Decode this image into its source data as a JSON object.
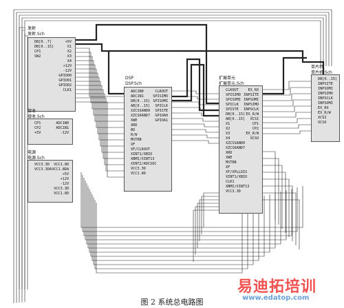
{
  "figure_caption": "图 2   系统总电路图",
  "watermark": {
    "main": "易迪拓培训",
    "url": "www.edatop.com"
  },
  "blocks": [
    {
      "id": "fashe",
      "title": "发射",
      "subtitle": "发射.Sch",
      "pins": [
        "DB[0..7]",
        "DB[0..15]",
        "CP1",
        "SW2",
        "+5V",
        "X1",
        "X2",
        "X3",
        "X4",
        "+12V",
        "-12V",
        "GPIO00",
        "GPIO01",
        "GPIO02",
        "CLK1"
      ]
    },
    {
      "id": "jieshou",
      "title": "接收",
      "subtitle": "接收.Sch",
      "pins": [
        "CP1",
        "CP2",
        "+5V",
        "ADC1N0",
        "ADC1N1",
        "-12V"
      ]
    },
    {
      "id": "dianyuan",
      "title": "电源",
      "subtitle": "电源.Sch",
      "pins": [
        "VCC3.3D",
        "VCC3.3DA",
        "VCC1.8D",
        "VCC1.8DA",
        "+5V",
        "+12V",
        "-12V",
        "VCC3.3D",
        "VCC1.8D"
      ]
    },
    {
      "id": "dsp",
      "title": "DSP",
      "subtitle": "DSP.Sch",
      "pins": [
        "ADC1N0",
        "ADC1N1",
        "DB[0..15]",
        "AB[0..15]",
        "XZCSSAND0",
        "XZCS6AND7",
        "XWE",
        "XRD",
        "RD",
        "R/W",
        "MSTRB",
        "XF",
        "XF/CLKOUT",
        "XINT1/XBIO",
        "XNMI/XINT13",
        "XINT2/ADCSOC",
        "VCC3.3D",
        "VCC1.8D",
        "CLKOUT",
        "SPISIMO",
        "SPISOMI",
        "SPICLK",
        "SPISTE",
        "GPIOA0",
        "GPIOA1"
      ]
    },
    {
      "id": "kuozhan",
      "title": "扩展单元",
      "subtitle": "扩展单元.Sch",
      "pins": [
        "CLKOUT",
        "SPISIMO",
        "SPISOMI",
        "SPICLK",
        "SPISTE",
        "DB[0..15]",
        "AB[0..15]",
        "X1",
        "X2",
        "X3",
        "X4",
        "XZCSSAND0",
        "XZCS6AND7",
        "XRD",
        "XWE",
        "MSTRB",
        "XF",
        "XF/XPLLDIS",
        "XINT1/XBIO",
        "CLK1",
        "XNMI/XINT13",
        "VCC3.3D",
        "EX_RX",
        "INPSITE",
        "INPSOMI",
        "INPSIMO",
        "INPSCLK",
        "EX_R/W",
        "XCSI",
        "CP1",
        "CP2",
        "EX_R/W",
        "XCSO"
      ]
    },
    {
      "id": "danpianji",
      "title": "单片机",
      "subtitle": "单片机.Sch",
      "pins": [
        "DB[0..15]",
        "INPSITE",
        "INPSOMI",
        "INPSIMO",
        "INPSCLK",
        "INPSOMI",
        "EX_RX",
        "EX_R/W",
        "XCSI",
        "XCSO"
      ]
    }
  ]
}
